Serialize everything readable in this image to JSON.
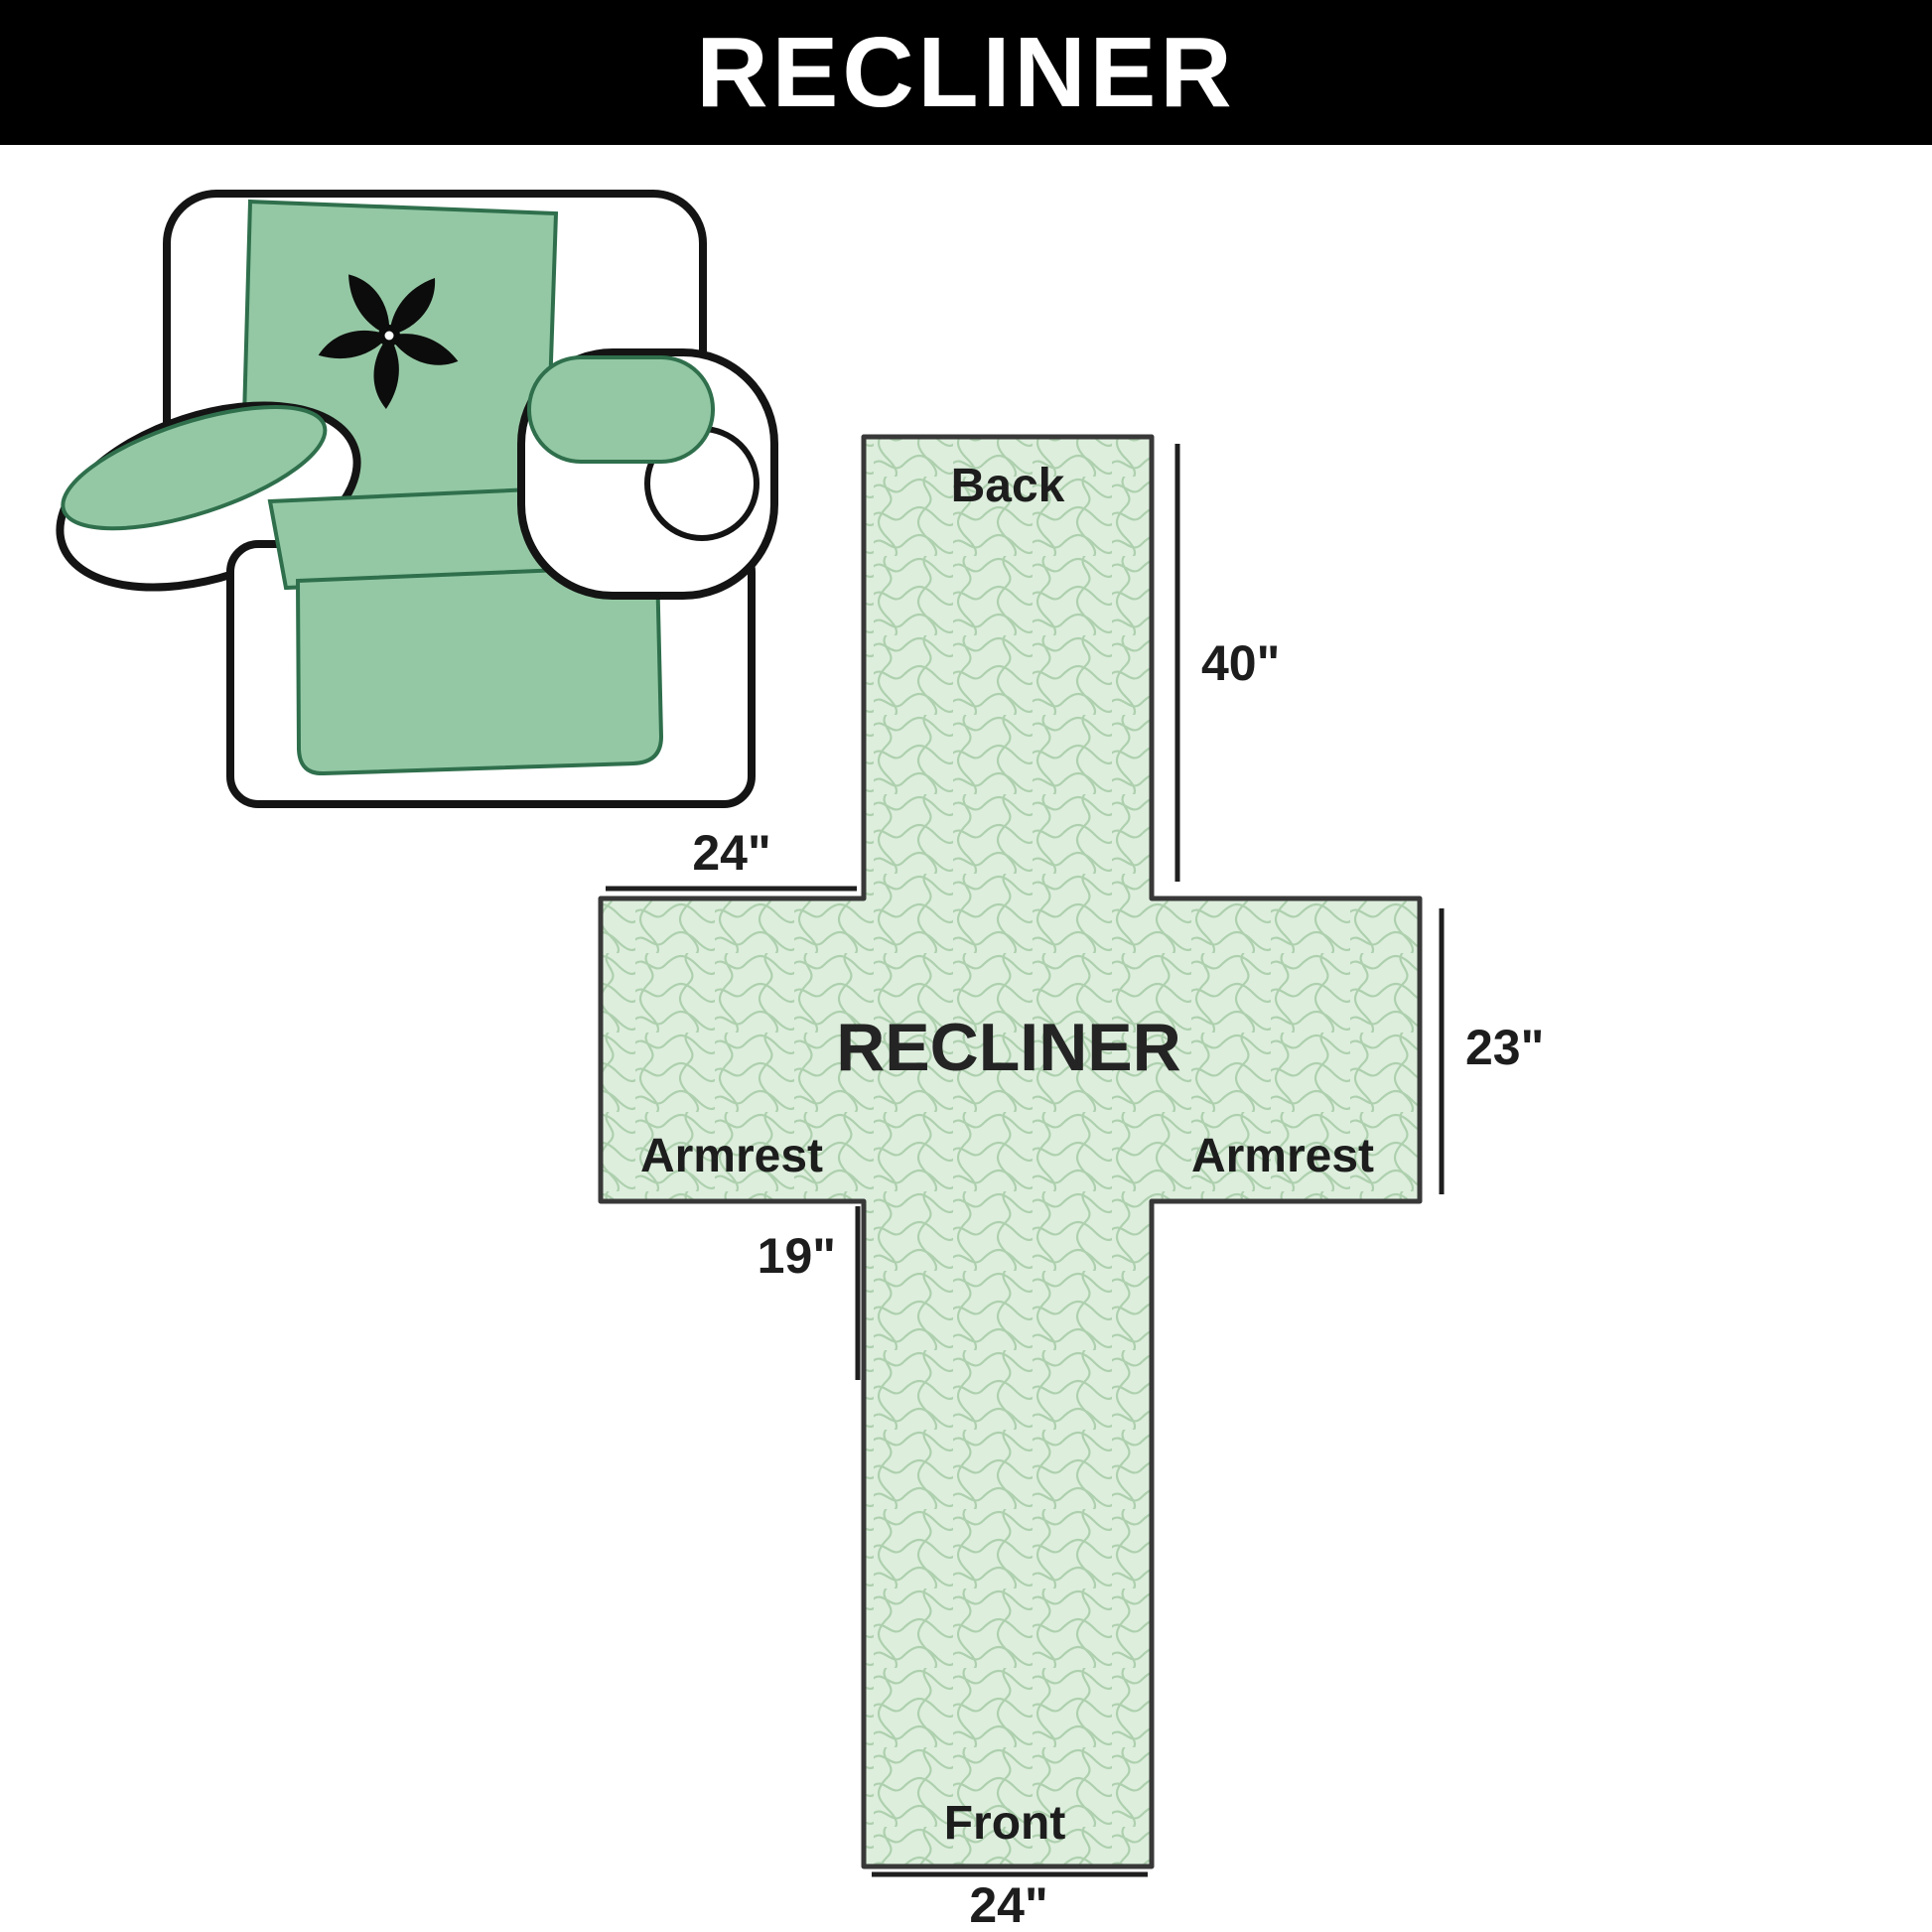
{
  "header": {
    "title": "RECLINER"
  },
  "chair": {
    "name": "recliner chair with quilted protective cover",
    "cover_color": "#94c8a4",
    "logo_icon": "pinwheel-fan"
  },
  "diagram": {
    "center_label": "RECLINER",
    "labels": {
      "back": "Back",
      "front": "Front",
      "armrest_left": "Armrest",
      "armrest_right": "Armrest"
    },
    "dims": {
      "back_length": "40\"",
      "armrest_width": "24\"",
      "armrest_length": "23\"",
      "front_length": "19\"",
      "front_width": "24\""
    },
    "colors": {
      "fill": "#ddeedd",
      "outline": "#383838"
    }
  }
}
